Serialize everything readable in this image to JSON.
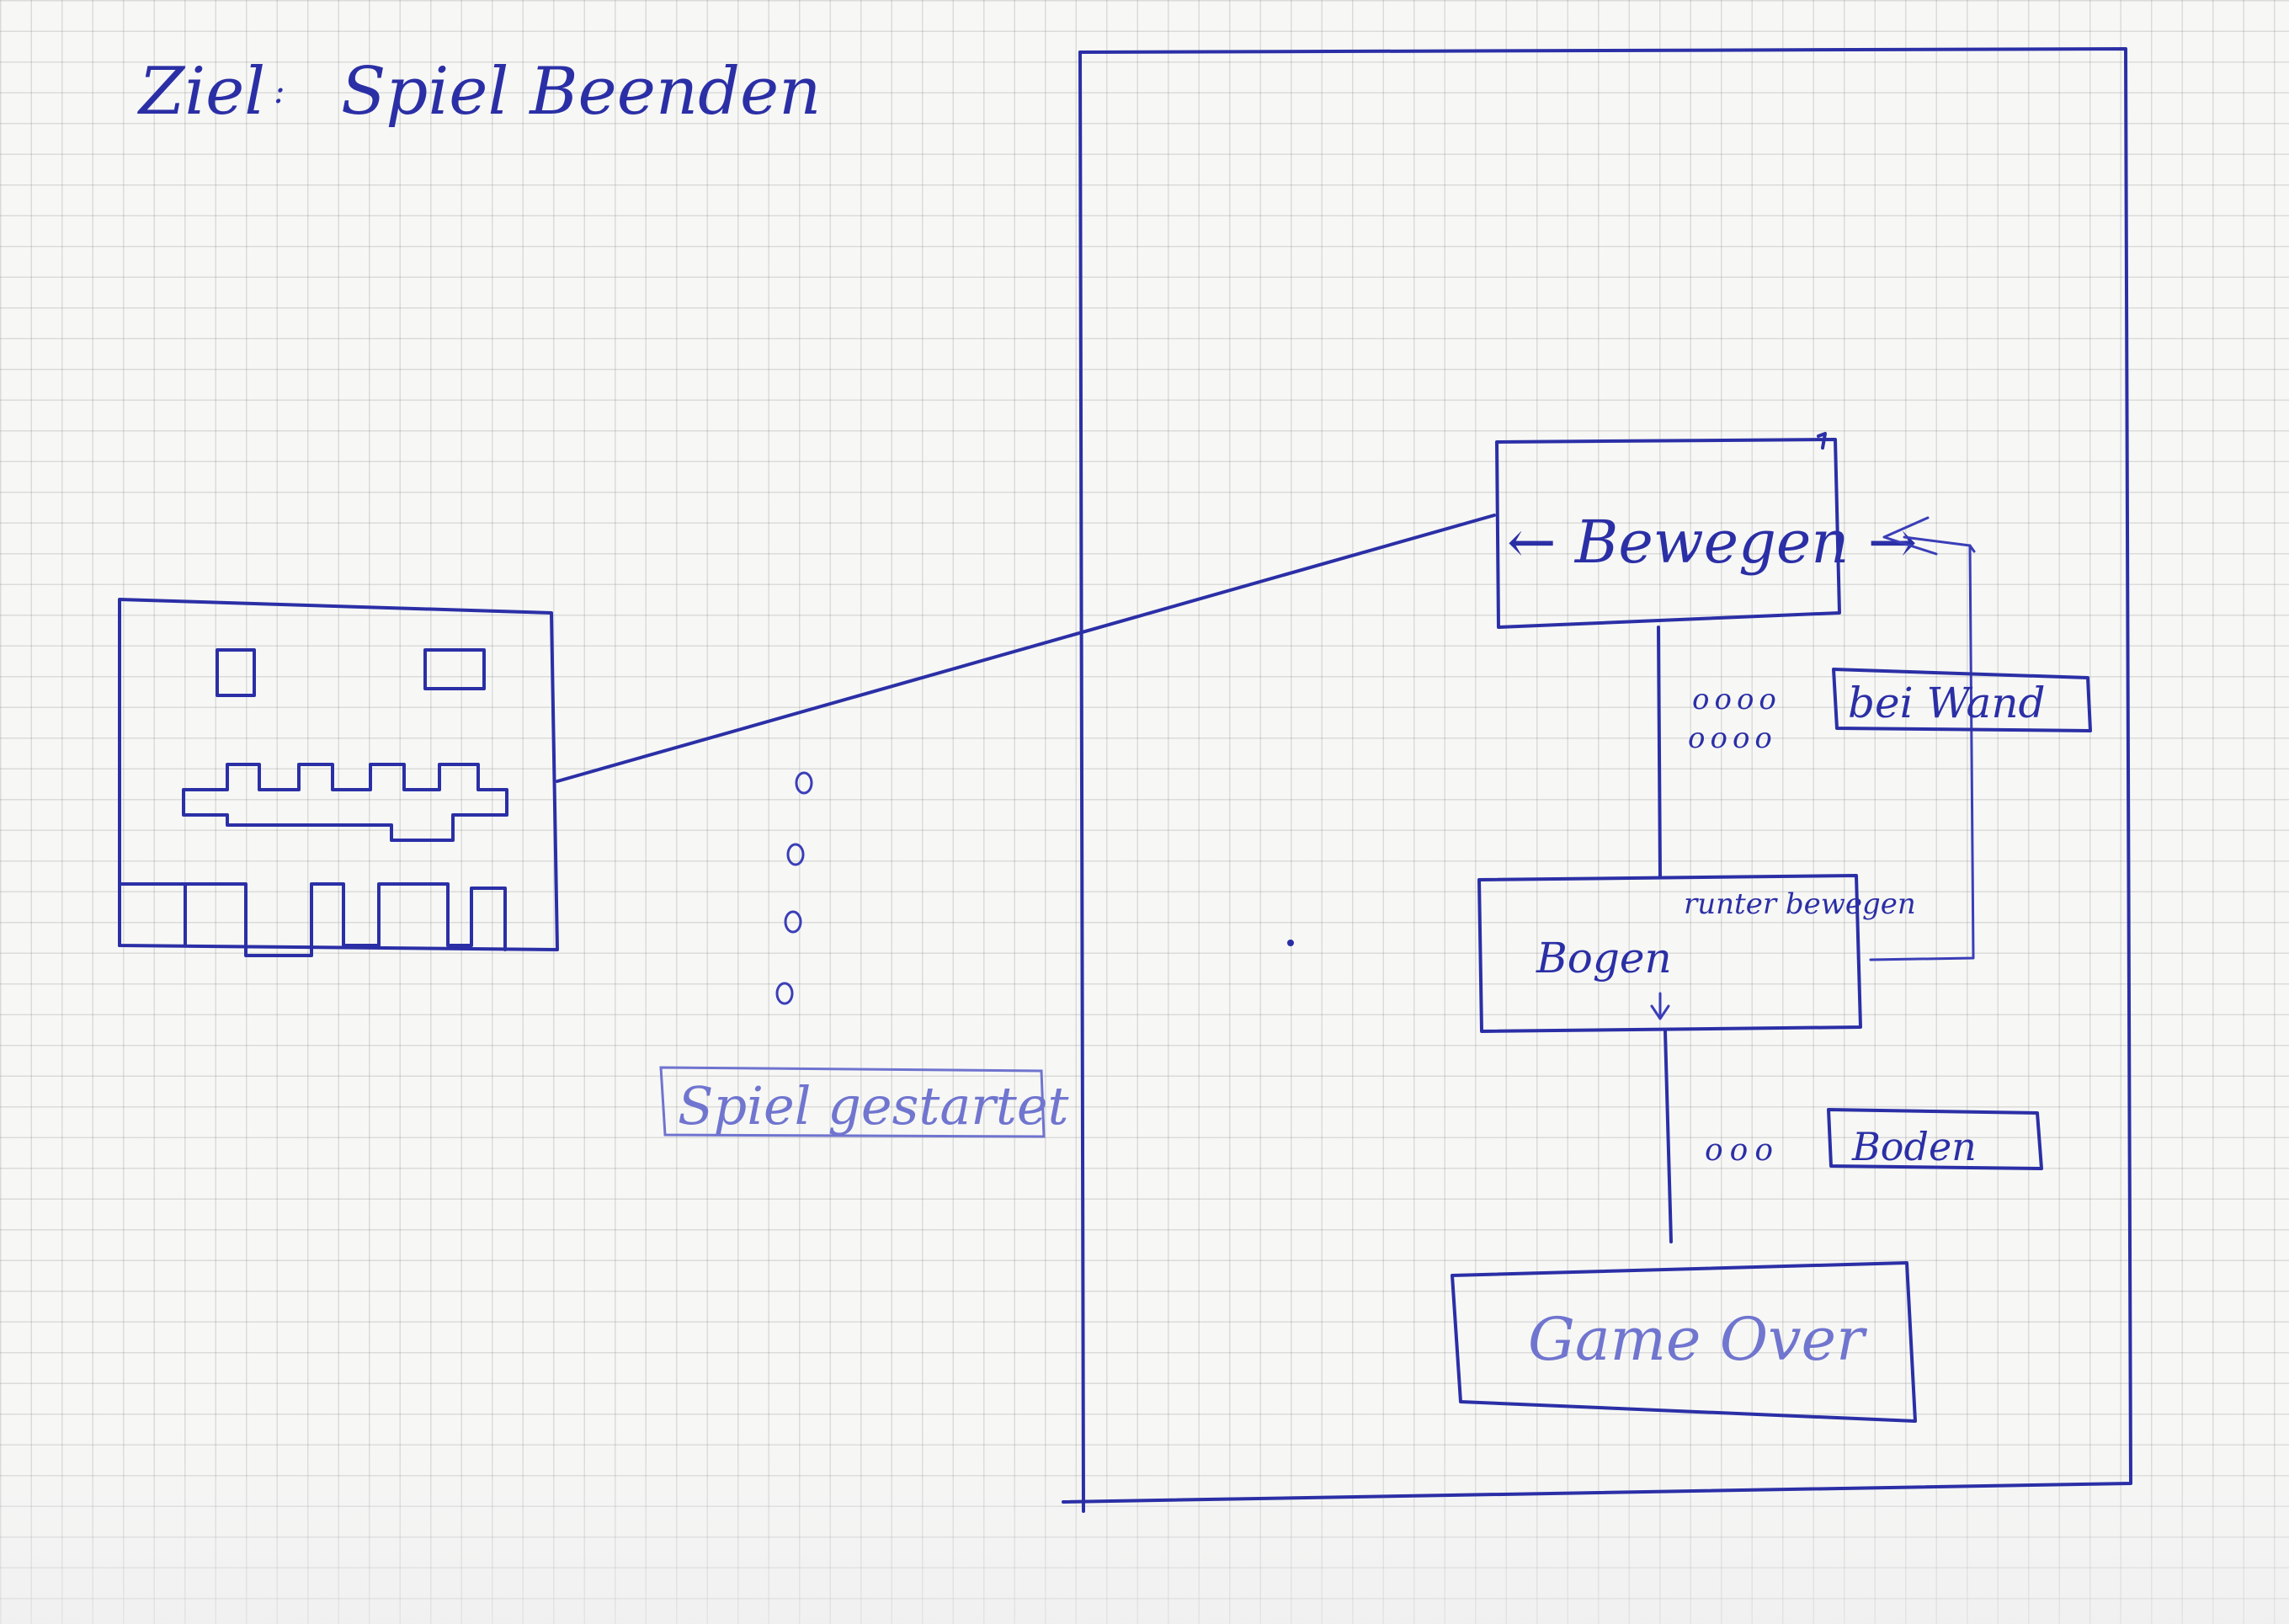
{
  "title": {
    "label": "Ziel",
    "separator": ":",
    "text": "Spiel Beenden"
  },
  "left_sketch": {
    "monster_icon": "monster-face-icon",
    "caption": "Spiel gestartet"
  },
  "flow": {
    "move_box": "← Bewegen →",
    "wall_box": "bei Wand",
    "bow_box_left": "Bogen",
    "bow_box_right": "runter bewegen",
    "floor_box": "Boden",
    "game_over_box": "Game Over",
    "dots_wall_top": "oooo",
    "dots_wall_bottom": "oooo",
    "dots_floor": "ooo"
  },
  "colors": {
    "ink": "#2b2fa6",
    "paper": "#f7f7f5",
    "grid": "#c4c4c8"
  }
}
